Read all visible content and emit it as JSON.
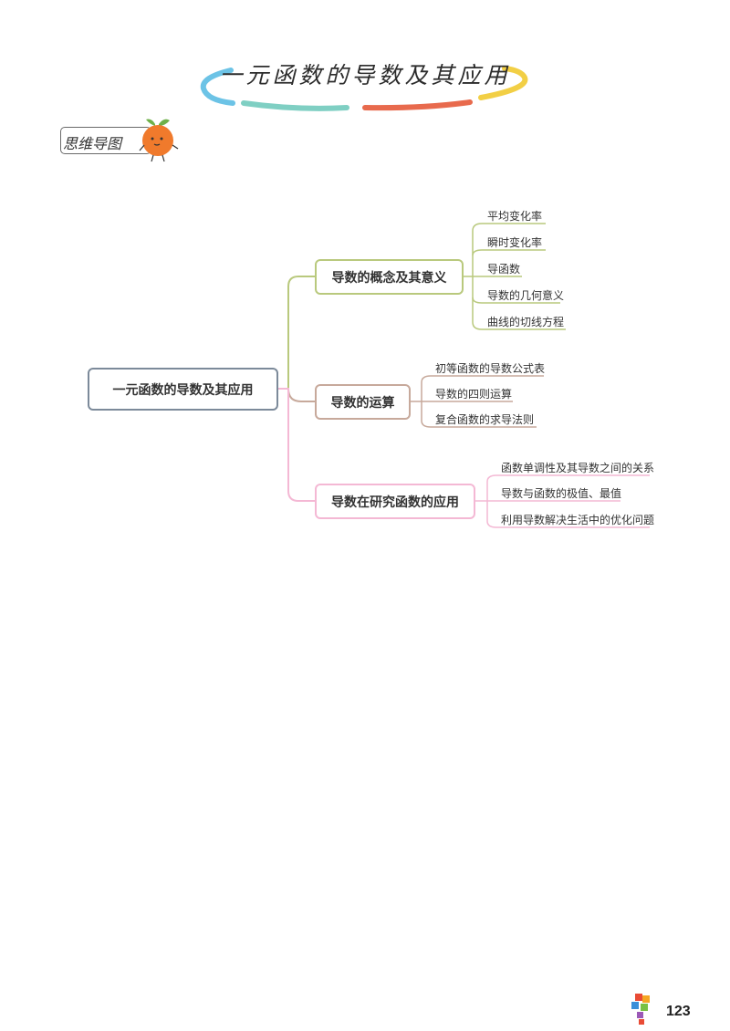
{
  "title": "一元函数的导数及其应用",
  "badge_label": "思维导图",
  "page_number": "123",
  "colors": {
    "title_blue": "#6cc3e6",
    "title_teal": "#7fcfc3",
    "title_red": "#e86a4d",
    "title_yellow": "#f2cf45",
    "root_border": "#7c8a9a",
    "branch1": "#b9c97d",
    "branch2": "#c7a99b",
    "branch3": "#f4b8d4",
    "mascot": "#f07a2c"
  },
  "mindmap": {
    "root": "一元函数的导数及其应用",
    "branches": [
      {
        "label": "导数的概念及其意义",
        "leaves": [
          "平均变化率",
          "瞬时变化率",
          "导函数",
          "导数的几何意义",
          "曲线的切线方程"
        ]
      },
      {
        "label": "导数的运算",
        "leaves": [
          "初等函数的导数公式表",
          "导数的四则运算",
          "复合函数的求导法则"
        ]
      },
      {
        "label": "导数在研究函数的应用",
        "leaves": [
          "函数单调性及其导数之间的关系",
          "导数与函数的极值、最值",
          "利用导数解决生活中的优化问题"
        ]
      }
    ]
  }
}
